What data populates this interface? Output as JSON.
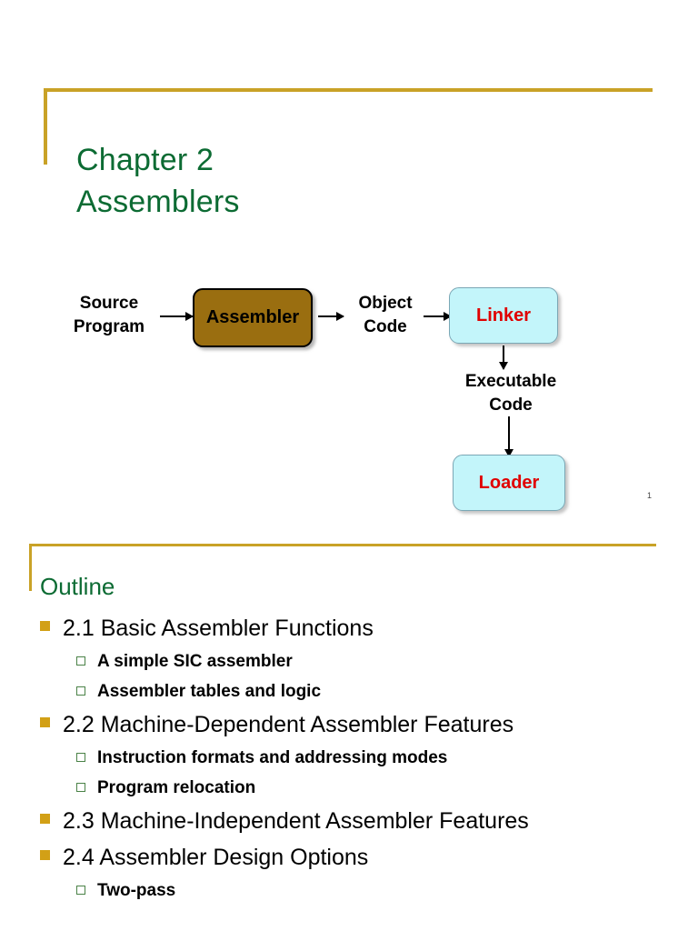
{
  "slide_title": {
    "line1": "Chapter 2",
    "line2": "Assemblers",
    "color": "#0c6b33",
    "rule_color": "#c9a227"
  },
  "diagram": {
    "labels": {
      "source_program": "Source\nProgram",
      "object_code": "Object\nCode",
      "executable_code": "Executable\nCode"
    },
    "boxes": [
      {
        "id": "assembler",
        "label": "Assembler",
        "fill": "#9a6e10",
        "text_color": "#000000"
      },
      {
        "id": "linker",
        "label": "Linker",
        "fill": "#c3f5fa",
        "text_color": "#e00000"
      },
      {
        "id": "loader",
        "label": "Loader",
        "fill": "#c3f5fa",
        "text_color": "#e00000"
      }
    ],
    "flow": [
      "Source Program -> Assembler",
      "Assembler -> Object Code",
      "Object Code -> Linker",
      "Linker -> Executable Code",
      "Executable Code -> Loader"
    ]
  },
  "page_number": "1",
  "outline": {
    "heading": "Outline",
    "rule_color": "#c9a227",
    "bullet_level1_color": "#d2a016",
    "bullet_level2_color": "#4a8247",
    "items": [
      {
        "level": 1,
        "text": "2.1 Basic Assembler Functions"
      },
      {
        "level": 2,
        "text": "A simple SIC assembler"
      },
      {
        "level": 2,
        "text": "Assembler tables and logic"
      },
      {
        "level": 1,
        "text": "2.2 Machine-Dependent Assembler Features"
      },
      {
        "level": 2,
        "text": "Instruction formats and addressing modes"
      },
      {
        "level": 2,
        "text": "Program relocation"
      },
      {
        "level": 1,
        "text": "2.3 Machine-Independent Assembler Features"
      },
      {
        "level": 1,
        "text": "2.4 Assembler Design Options"
      },
      {
        "level": 2,
        "text": "Two-pass"
      }
    ]
  }
}
